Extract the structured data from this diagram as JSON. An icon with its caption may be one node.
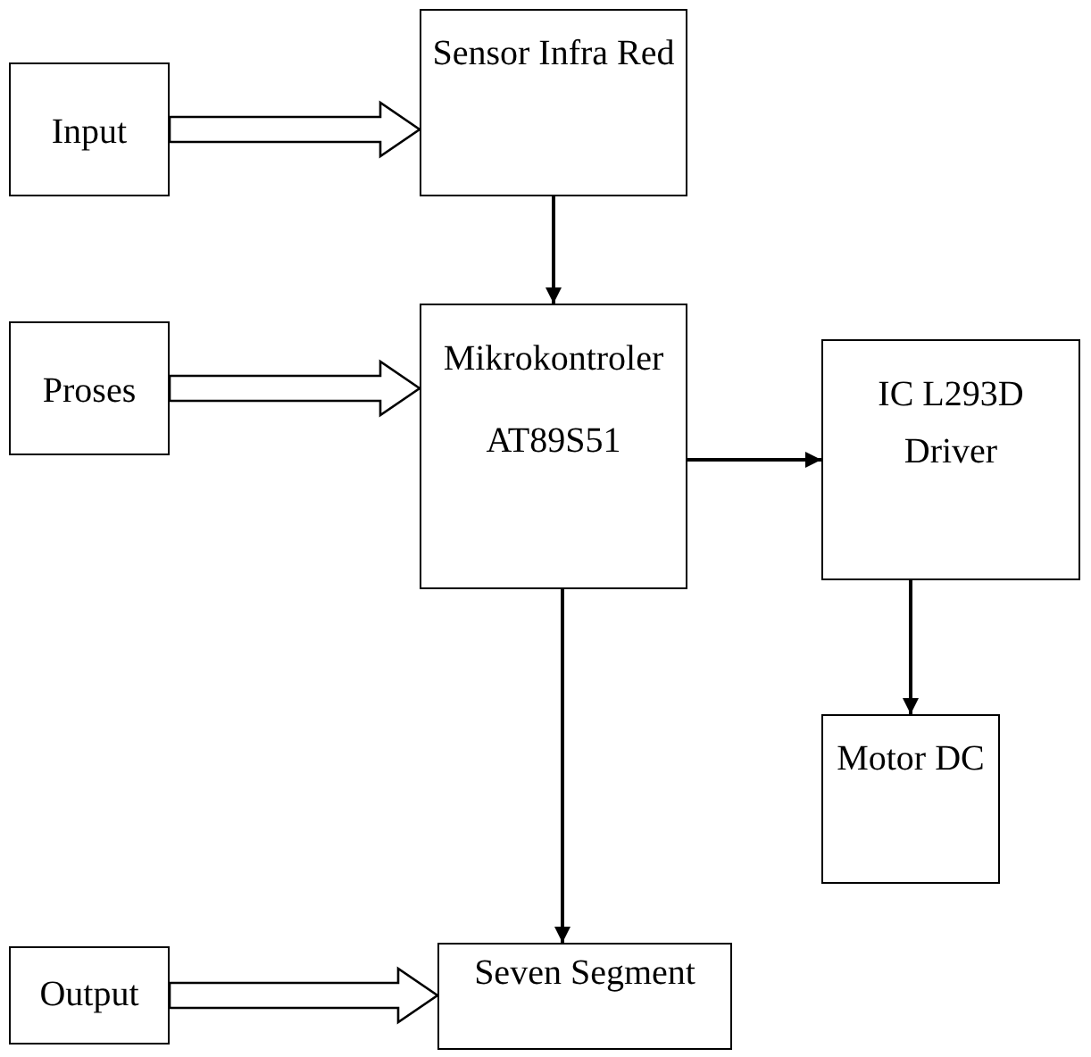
{
  "diagram": {
    "nodes": [
      {
        "text": [
          "Input"
        ]
      },
      {
        "text": [
          "Sensor Infra Red"
        ]
      },
      {
        "text": [
          "Proses"
        ]
      },
      {
        "text": [
          "Mikrokontroler",
          "AT89S51"
        ]
      },
      {
        "text": [
          "IC L293D Driver"
        ]
      },
      {
        "text": [
          "Motor DC"
        ]
      },
      {
        "text": [
          "Output"
        ]
      },
      {
        "text": [
          "Seven Segment"
        ]
      }
    ],
    "edges": [
      {
        "from": 0,
        "to": 1,
        "arrow": "to",
        "style": "thick"
      },
      {
        "from": 1,
        "to": 3,
        "arrow": "to"
      },
      {
        "from": 2,
        "to": 3,
        "arrow": "to",
        "style": "thick"
      },
      {
        "from": 3,
        "to": 4,
        "arrow": "to"
      },
      {
        "from": 4,
        "to": 5,
        "arrow": "to"
      },
      {
        "from": 3,
        "to": 7,
        "arrow": "to"
      },
      {
        "from": 6,
        "to": 7,
        "arrow": "to",
        "style": "thick"
      }
    ]
  }
}
